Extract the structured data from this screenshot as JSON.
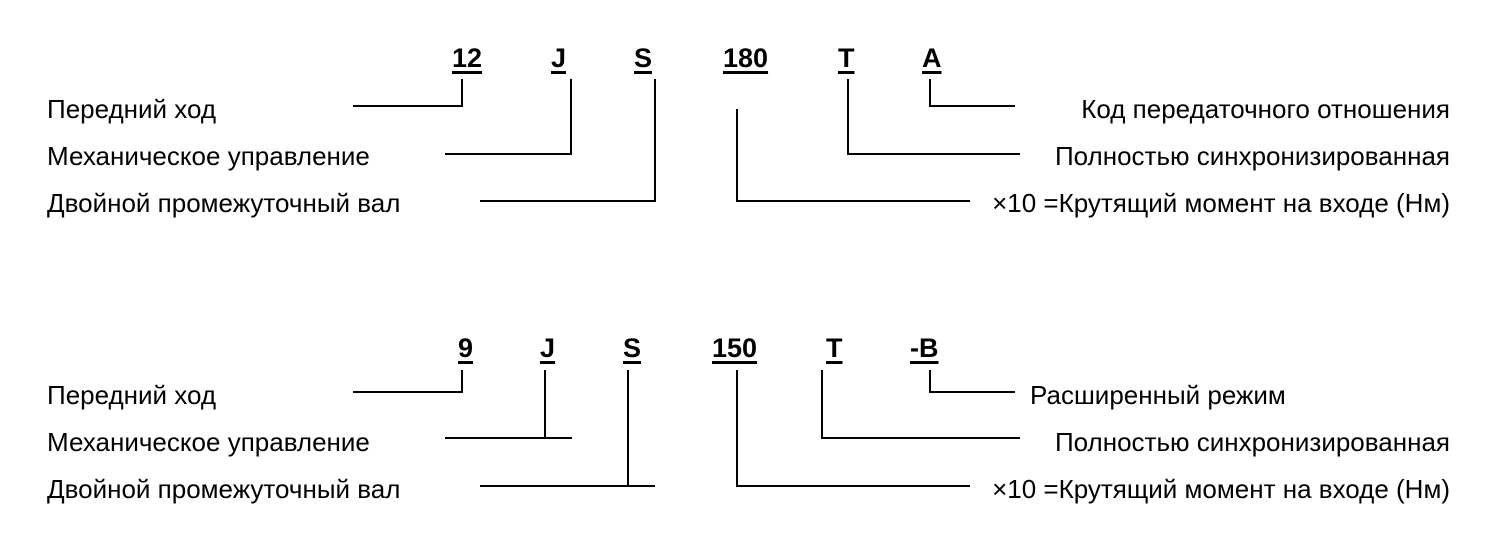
{
  "diagrams": [
    {
      "code_segments": [
        "12",
        "J",
        "S",
        "180",
        "T",
        "A"
      ],
      "left_labels": [
        "Передний ход",
        "Механическое управление",
        "Двойной промежуточный вал"
      ],
      "right_labels": [
        "Код передаточного отношения",
        "Полностью синхронизированная",
        "×10 =Крутящий момент на входе (Нм)"
      ]
    },
    {
      "code_segments": [
        "9",
        "J",
        "S",
        "150",
        "T",
        "-B"
      ],
      "left_labels": [
        "Передний ход",
        "Механическое управление",
        "Двойной промежуточный вал"
      ],
      "right_labels": [
        "Расширенный режим",
        "Полностью синхронизированная",
        "×10 =Крутящий момент на входе (Нм)"
      ]
    }
  ]
}
